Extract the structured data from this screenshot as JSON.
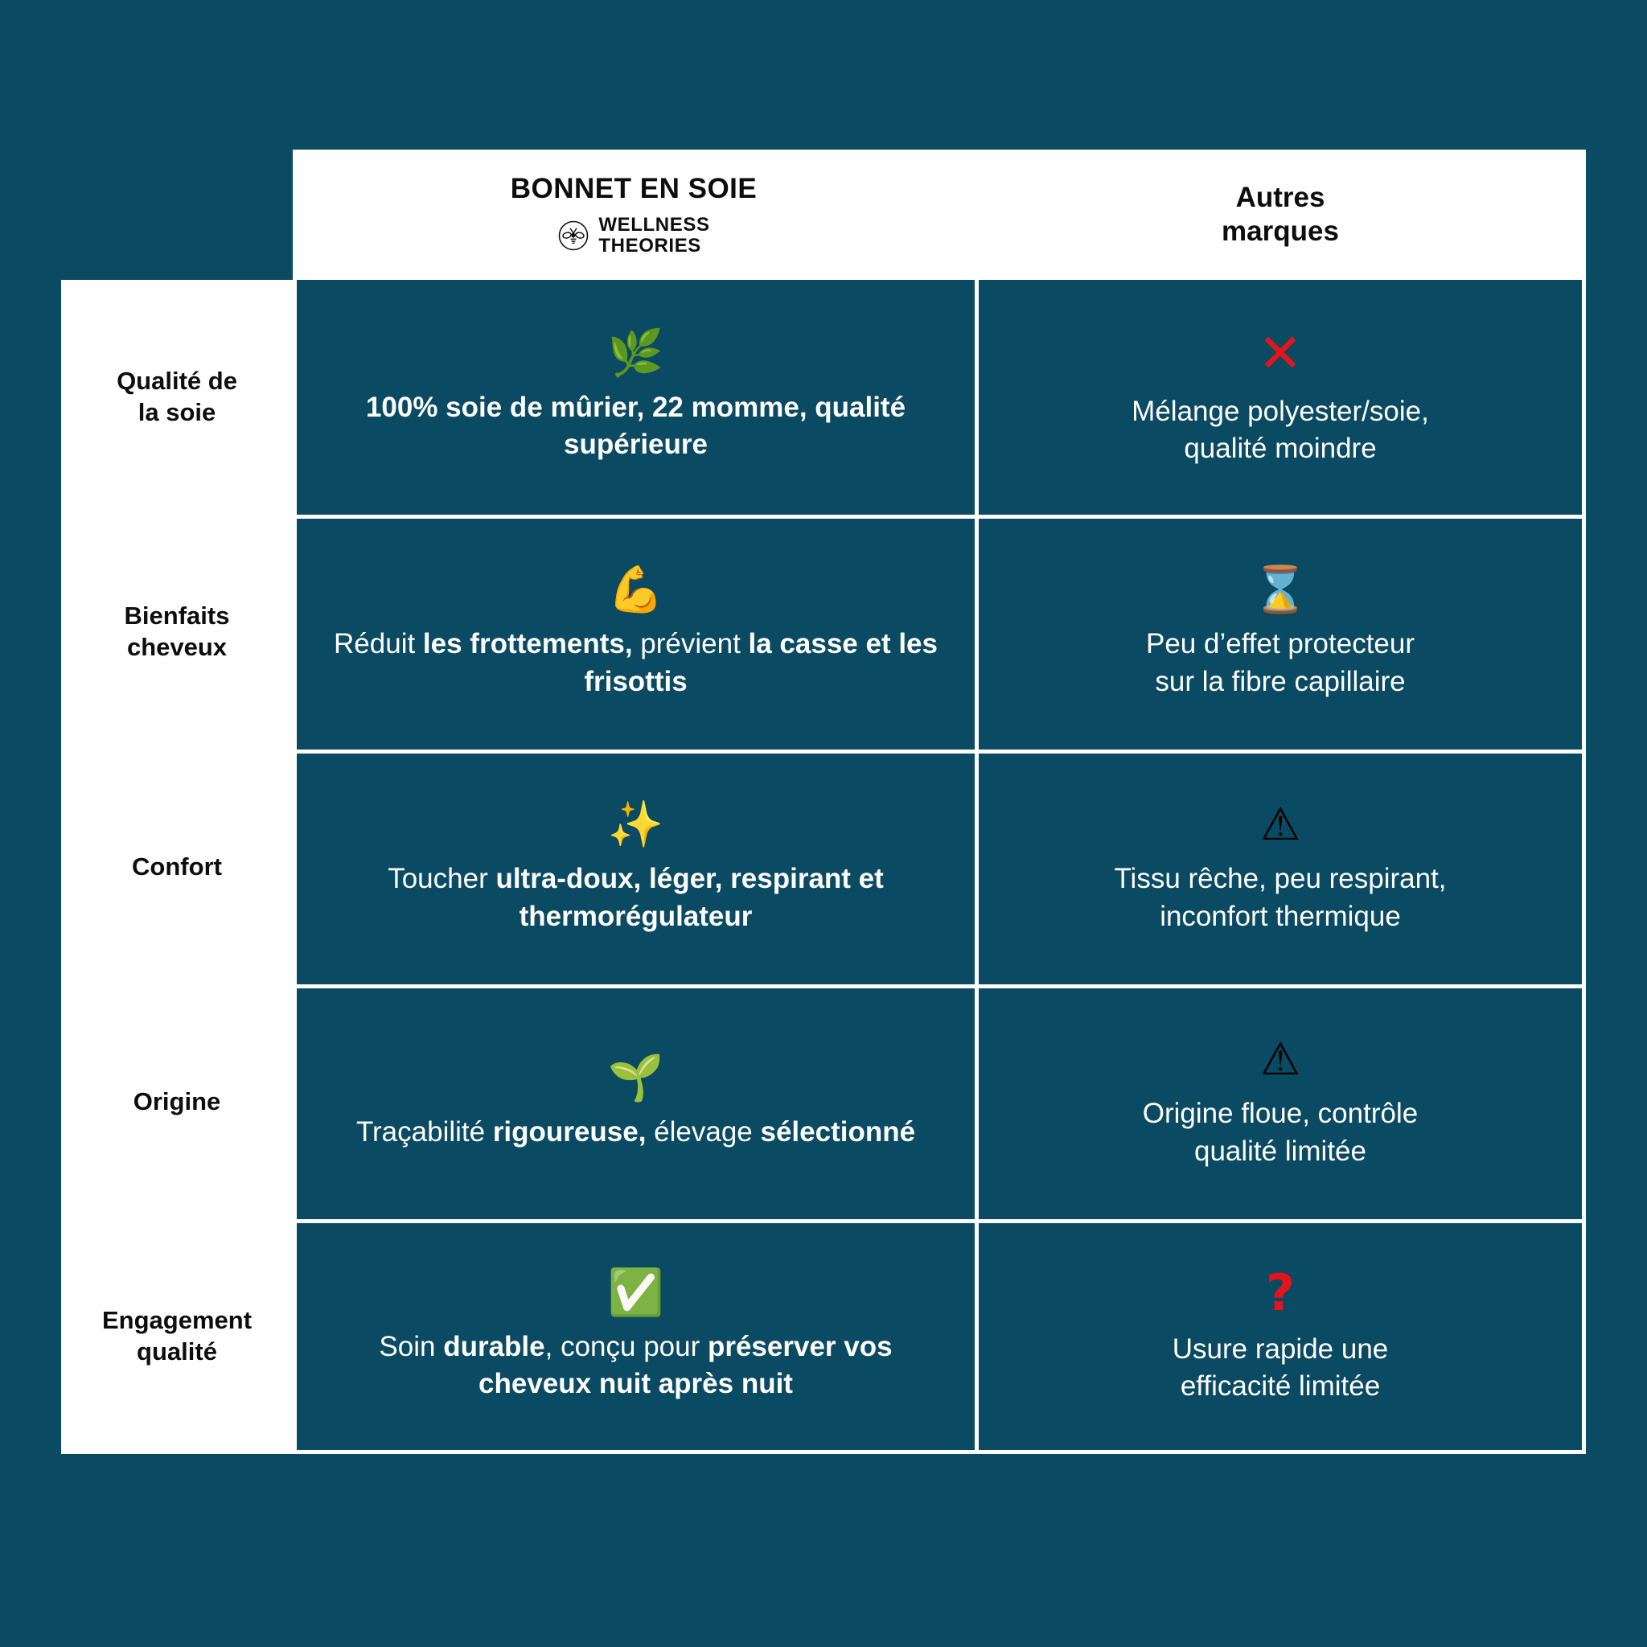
{
  "theme": {
    "background": "#0a4a62",
    "panel": "#ffffff",
    "text_on_dark": "#ffffff",
    "text_on_light": "#0d0d0d",
    "negative": "#e8131a"
  },
  "header": {
    "label_column": "",
    "ours": {
      "title": "BONNET EN SOIE",
      "brand_line_1": "WELLNESS",
      "brand_line_2": "THEORIES",
      "logo_icon": "bee-logo-icon"
    },
    "theirs": {
      "title": "Autres\nmarques"
    }
  },
  "rows": [
    {
      "label": "Qualité de\nla soie",
      "ours": {
        "icon": "herb-emoji",
        "icon_glyph": "🌿",
        "segments": [
          {
            "text": "100% soie de mûrier, 22 momme, qualité supérieure",
            "bold": true
          }
        ]
      },
      "theirs": {
        "icon": "red-cross-mark-icon",
        "icon_glyph": "✕",
        "text": "Mélange polyester/soie,\nqualité moindre"
      }
    },
    {
      "label": "Bienfaits\ncheveux",
      "ours": {
        "icon": "flexed-biceps-emoji",
        "icon_glyph": "💪",
        "segments": [
          {
            "text": "Réduit ",
            "bold": false
          },
          {
            "text": "les frottements,",
            "bold": true
          },
          {
            "text": " prévient ",
            "bold": false
          },
          {
            "text": "la casse et les frisottis",
            "bold": true
          }
        ]
      },
      "theirs": {
        "icon": "hourglass-emoji",
        "icon_glyph": "⌛",
        "text": "Peu d’effet protecteur\nsur la fibre capillaire"
      }
    },
    {
      "label": "Confort",
      "ours": {
        "icon": "sparkles-emoji",
        "icon_glyph": "✨",
        "segments": [
          {
            "text": "Toucher ",
            "bold": false
          },
          {
            "text": "ultra-doux, léger, respirant et thermorégulateur",
            "bold": true
          }
        ]
      },
      "theirs": {
        "icon": "warning-sign-emoji",
        "icon_glyph": "⚠",
        "text": "Tissu rêche, peu respirant,\ninconfort thermique"
      }
    },
    {
      "label": "Origine",
      "ours": {
        "icon": "seedling-emoji",
        "icon_glyph": "🌱",
        "segments": [
          {
            "text": "Traçabilité ",
            "bold": false
          },
          {
            "text": "rigoureuse,",
            "bold": true
          },
          {
            "text": " élevage ",
            "bold": false
          },
          {
            "text": "sélectionné",
            "bold": true
          }
        ]
      },
      "theirs": {
        "icon": "warning-sign-emoji",
        "icon_glyph": "⚠",
        "text": "Origine floue, contrôle\nqualité limitée"
      }
    },
    {
      "label": "Engagement\nqualité",
      "ours": {
        "icon": "white-check-mark-emoji",
        "icon_glyph": "✅",
        "segments": [
          {
            "text": "Soin ",
            "bold": false
          },
          {
            "text": "durable",
            "bold": true
          },
          {
            "text": ", conçu pour ",
            "bold": false
          },
          {
            "text": "préserver vos cheveux nuit après nuit",
            "bold": true
          }
        ]
      },
      "theirs": {
        "icon": "red-question-mark-icon",
        "icon_glyph": "?",
        "text": "Usure rapide une\nefficacité limitée"
      }
    }
  ]
}
